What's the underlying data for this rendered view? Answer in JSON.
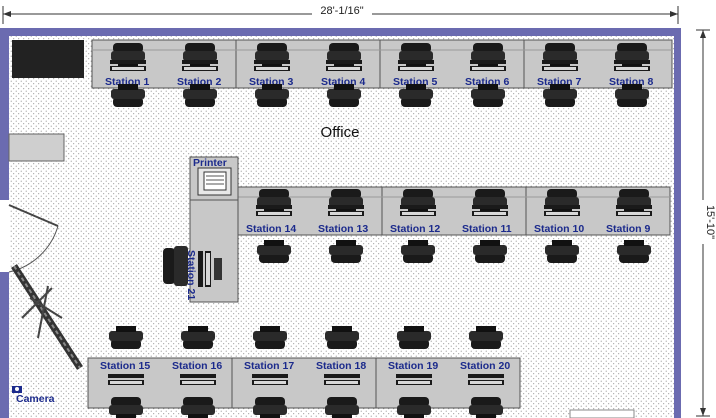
{
  "dimensions": {
    "width": "28'-1/16\"",
    "height": "15'-10\""
  },
  "room_label": "Office",
  "printer_label": "Printer",
  "camera_label": "Camera",
  "stations": {
    "top_row": [
      "Station 1",
      "Station 2",
      "Station 3",
      "Station 4",
      "Station 5",
      "Station 6",
      "Station 7",
      "Station 8"
    ],
    "middle_row": [
      "Station 14",
      "Station 13",
      "Station 12",
      "Station 11",
      "Station 10",
      "Station 9"
    ],
    "bottom_row": [
      "Station 15",
      "Station 16",
      "Station 17",
      "Station  18",
      "Station  19",
      "Station 20"
    ],
    "side": "Station 21"
  },
  "colors": {
    "wall": "#6b6bb0",
    "desk": "#c8c8c8",
    "chair": "#1a1a1a",
    "label": "#1b2a8c"
  }
}
